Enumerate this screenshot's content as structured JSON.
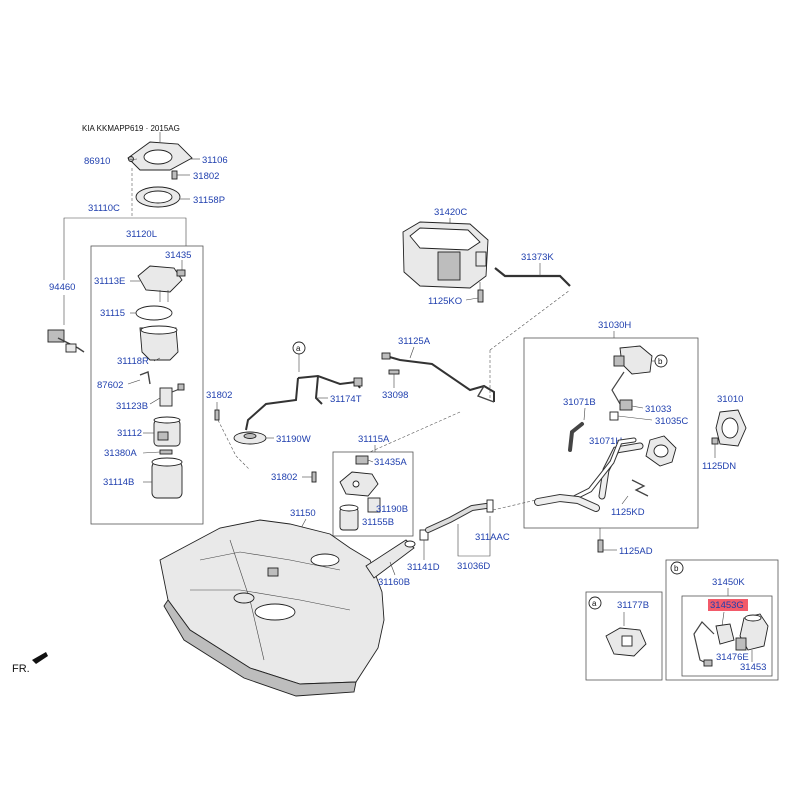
{
  "header": {
    "text": "KIA KKMAPP619 · 2015AG"
  },
  "orientation": {
    "label": "FR."
  },
  "markers": {
    "a": "a",
    "b": "b"
  },
  "parts": {
    "p31106": "31106",
    "p86910": "86910",
    "p31802a": "31802",
    "p31158P": "31158P",
    "p31110C": "31110C",
    "p31120L": "31120L",
    "p31435": "31435",
    "p31113E": "31113E",
    "p94460": "94460",
    "p31115": "31115",
    "p31118R": "31118R",
    "p87602": "87602",
    "p31123B": "31123B",
    "p31112": "31112",
    "p31380A": "31380A",
    "p31114B": "31114B",
    "p31802b": "31802",
    "p31420C": "31420C",
    "p31373K": "31373K",
    "p1125KO": "1125KO",
    "p31125A": "31125A",
    "p33098": "33098",
    "p31174T": "31174T",
    "p31190W": "31190W",
    "p31115A": "31115A",
    "p31435A": "31435A",
    "p31802c": "31802",
    "p31190B": "31190B",
    "p31155B": "31155B",
    "p31150": "31150",
    "p31141D": "31141D",
    "p31160B": "31160B",
    "p311AAC": "311AAC",
    "p31036D": "31036D",
    "p31030H": "31030H",
    "p31071B": "31071B",
    "p31033": "31033",
    "p31035C": "31035C",
    "p31071H": "31071H",
    "p31010": "31010",
    "p1125DN": "1125DN",
    "p1125KD": "1125KD",
    "p1125AD": "1125AD",
    "p31177B": "31177B",
    "p31450K": "31450K",
    "p31453G": "31453G",
    "p31476E": "31476E",
    "p31453": "31453"
  },
  "highlight": {
    "part": "31453G",
    "color": "#f25a6a"
  },
  "colors": {
    "label_text": "#1f3fae",
    "line": "#444444"
  }
}
